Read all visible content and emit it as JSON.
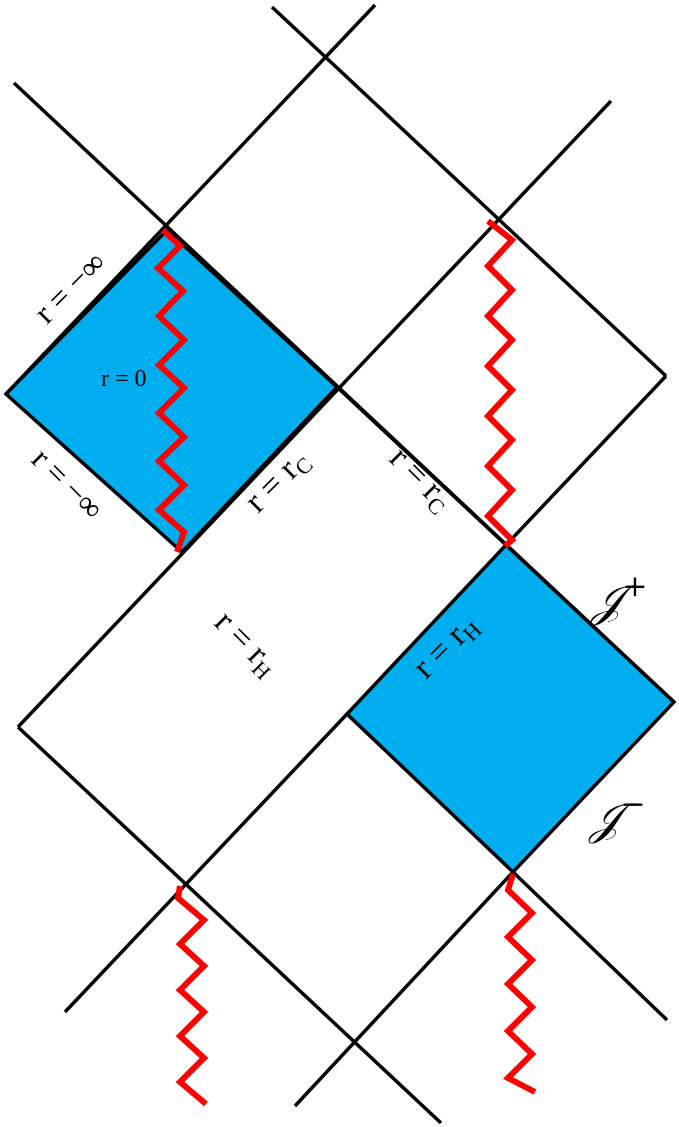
{
  "colors": {
    "region_fill": "#00AEEF",
    "line": "#000000",
    "singularity": "#FF0000",
    "background": "#FFFFFF"
  },
  "labels": {
    "r_minus_inf_upper": "r = −∞",
    "r_zero": "r = 0",
    "r_minus_inf_lower": "r = −∞",
    "r_c_left_r": "r = r",
    "r_c_left_sub": "C",
    "r_c_right_r": "r = r",
    "r_c_right_sub": "C",
    "r_h_left_r": "r = r",
    "r_h_left_sub": "H",
    "r_h_right_r": "r = r",
    "r_h_right_sub": "H",
    "scri_plus": "𝒥",
    "scri_plus_sup": "+",
    "scri_minus": "𝒥",
    "scri_minus_sup": "−"
  }
}
